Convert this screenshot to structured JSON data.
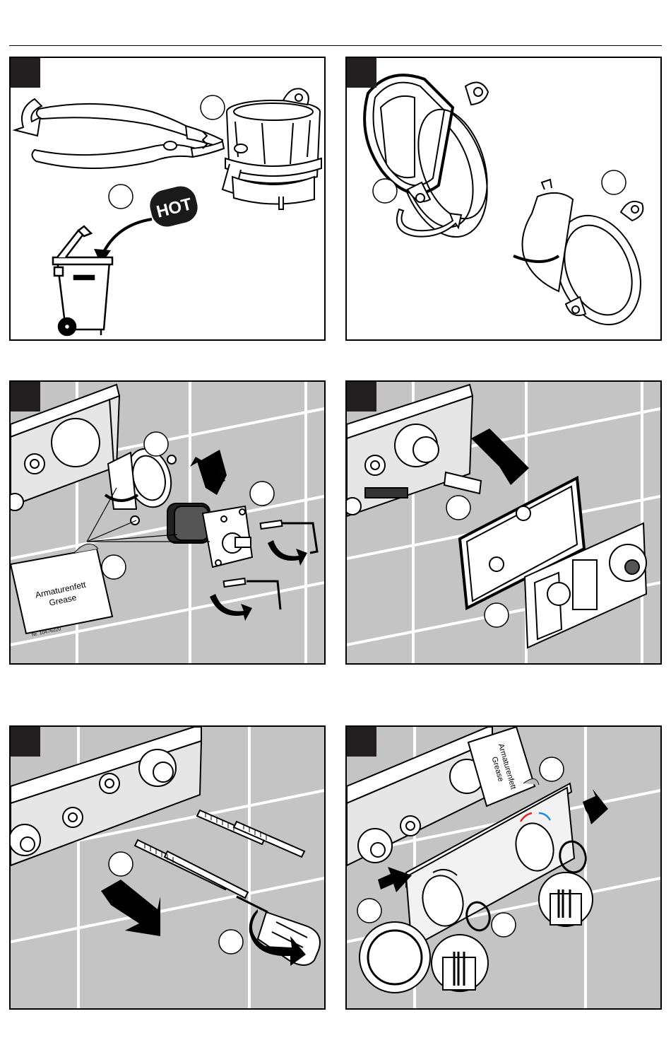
{
  "steps": [
    {
      "id": "step-1"
    },
    {
      "id": "step-2"
    },
    {
      "id": "step-3",
      "grease_pack": {
        "line1": "Armaturenfett",
        "line2": "Grease",
        "part_no": "Nr. 10476220"
      }
    },
    {
      "id": "step-4"
    },
    {
      "id": "step-5"
    },
    {
      "id": "step-6",
      "grease_pack": {
        "line1": "Armaturenfett",
        "line2": "Grease"
      }
    }
  ],
  "labels": {
    "hot_cap": "HOT"
  },
  "colors": {
    "tab": "#231f20",
    "tile_background": "#c4c4c4",
    "grout": "#ffffff",
    "cold_mark": "#1e8fd6",
    "hot_mark": "#e0242a"
  }
}
